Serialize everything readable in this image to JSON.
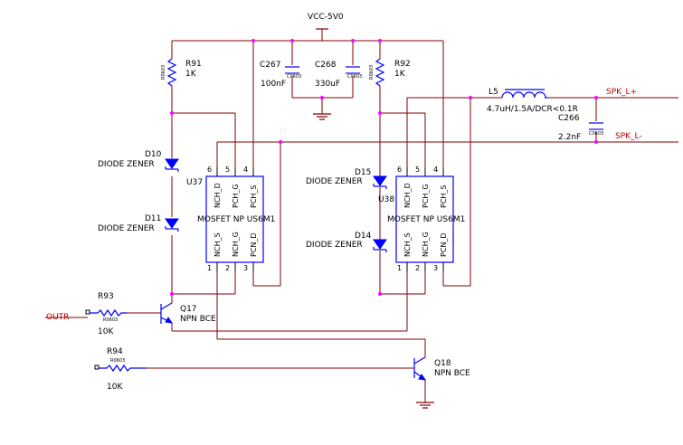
{
  "nets": {
    "vcc": "VCC-5V0",
    "spk_pos": "SPK_L+",
    "spk_neg": "SPK_L-",
    "outr": "OUTR"
  },
  "resistors": {
    "r91": {
      "ref": "R91",
      "value": "1K",
      "package": "R0603"
    },
    "r92": {
      "ref": "R92",
      "value": "1K",
      "package": "R0603"
    },
    "r93": {
      "ref": "R93",
      "value": "10K",
      "package": "R0603"
    },
    "r94": {
      "ref": "R94",
      "value": "10K",
      "package": "R0603"
    }
  },
  "capacitors": {
    "c267": {
      "ref": "C267",
      "value": "100nF",
      "package": "C0603"
    },
    "c268": {
      "ref": "C268",
      "value": "330uF",
      "package": "C0603"
    },
    "c266": {
      "ref": "C266",
      "value": "2.2nF",
      "package": "C0603"
    }
  },
  "inductor": {
    "ref": "L5",
    "value": "4.7uH/1.5A/DCR<0.1R"
  },
  "diodes": {
    "d10": {
      "ref": "D10",
      "type": "DIODE ZENER"
    },
    "d11": {
      "ref": "D11",
      "type": "DIODE ZENER"
    },
    "d15": {
      "ref": "D15",
      "type": "DIODE ZENER"
    },
    "d14": {
      "ref": "D14",
      "type": "DIODE ZENER"
    }
  },
  "transistors": {
    "q17": {
      "ref": "Q17",
      "type": "NPN BCE"
    },
    "q18": {
      "ref": "Q18",
      "type": "NPN BCE"
    }
  },
  "mosfets": {
    "u37": {
      "ref": "U37",
      "type": "MOSFET NP US6M1"
    },
    "u38": {
      "ref": "U38",
      "type": "MOSFET NP US6M1"
    }
  },
  "mosfet_pins": {
    "top_numbers": [
      "6",
      "5",
      "4"
    ],
    "bottom_numbers": [
      "1",
      "2",
      "3"
    ],
    "top_names": [
      "NCH_D",
      "PCH_G",
      "PCH_S"
    ],
    "bottom_names": [
      "NCH_S",
      "NCH_G",
      "PCN_D"
    ]
  }
}
